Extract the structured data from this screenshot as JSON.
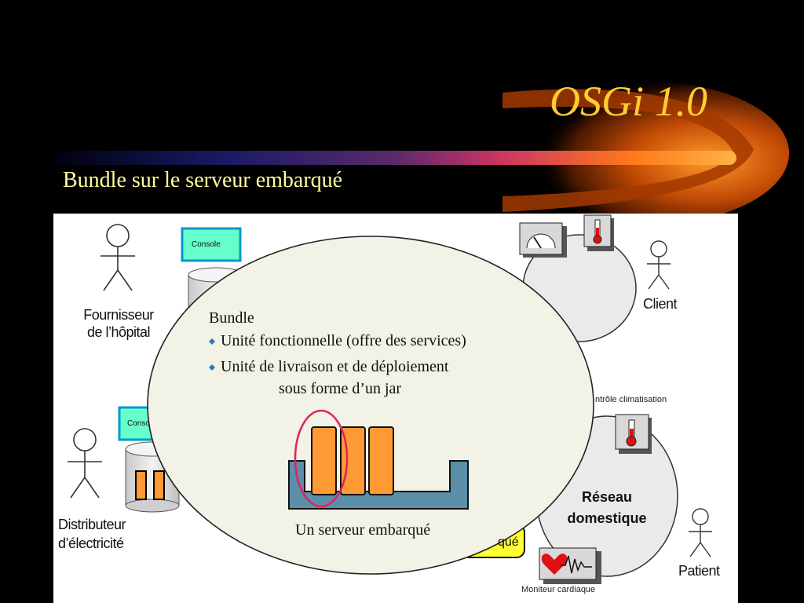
{
  "slide": {
    "title": "OSGi 1.0",
    "subtitle": "Bundle sur le serveur embarqué"
  },
  "diagram": {
    "actors": {
      "hospital": [
        "Fournisseur",
        "de l’hôpital"
      ],
      "electricity": [
        "Distributeur",
        "d’électricité"
      ],
      "client": "Client",
      "patient": "Patient"
    },
    "consoles": {
      "top": "Console",
      "bottom": "Conso"
    },
    "network": [
      "Réseau",
      "domestique"
    ],
    "climate_label": "ntrôle climatisation",
    "monitor_label": "Moniteur cardiaque",
    "partial_label": "qué"
  },
  "bundle_callout": {
    "heading": "Bundle",
    "bullets": [
      "Unité fonctionnelle (offre des services)",
      "Unité de livraison et de déploiement"
    ],
    "bullet_continuation": "sous forme d’un jar",
    "server_caption": "Un serveur embarqué"
  },
  "colors": {
    "title": "#ffcc33",
    "subtitle": "#ffff99",
    "console_fill": "#66ffcc",
    "console_border": "#0099cc",
    "callout_fill": "#f2f2e6",
    "bundle_fill": "#ff9933",
    "server_fill": "#5b8fa8",
    "highlight_ring": "#e0206a"
  },
  "icons": [
    "stick-figure-icon",
    "gauge-icon",
    "thermometer-icon",
    "heart-monitor-icon",
    "database-cylinder-icon"
  ]
}
